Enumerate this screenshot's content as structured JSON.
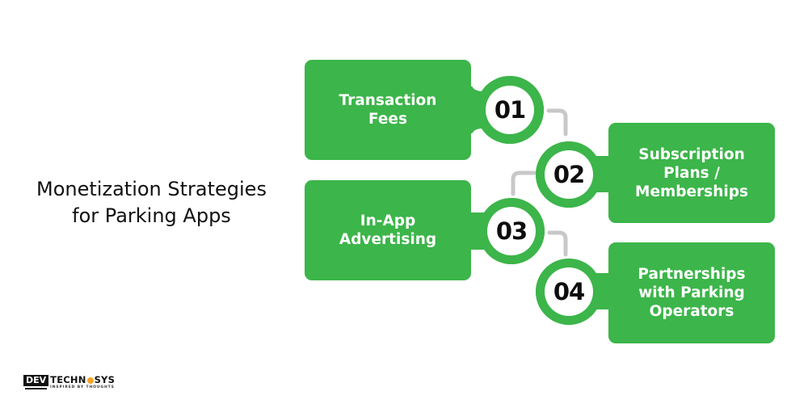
{
  "title": {
    "line1": "Monetization Strategies",
    "line2": "for Parking Apps"
  },
  "colors": {
    "accent_green": "#3cb54a",
    "connector_gray": "#c8c8c8",
    "number_text": "#0d0d0d",
    "card_text": "#ffffff"
  },
  "strategies": [
    {
      "number": "01",
      "lines": [
        "Transaction",
        "Fees"
      ]
    },
    {
      "number": "02",
      "lines": [
        "Subscription",
        "Plans /",
        "Memberships"
      ]
    },
    {
      "number": "03",
      "lines": [
        "In-App",
        "Advertising"
      ]
    },
    {
      "number": "04",
      "lines": [
        "Partnerships",
        "with Parking",
        "Operators"
      ]
    }
  ],
  "logo": {
    "dev": "DEV",
    "brand_left": "TECHN",
    "brand_right": "SYS",
    "icon": "gear-icon",
    "tagline": "INSPIRED BY THOUGHTS"
  }
}
